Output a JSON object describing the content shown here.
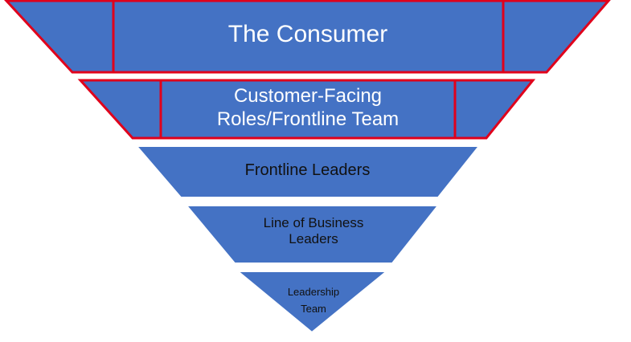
{
  "diagram": {
    "levels": [
      {
        "lines": [
          "The Consumer"
        ]
      },
      {
        "lines": [
          "Customer-Facing",
          "Roles/Frontline Team"
        ]
      },
      {
        "lines": [
          "Frontline Leaders"
        ]
      },
      {
        "lines": [
          "Line of Business",
          "Leaders"
        ]
      },
      {
        "lines": [
          "Leadership",
          "Team"
        ]
      }
    ],
    "colors": {
      "fill": "#4472C4",
      "highlight_outline": "#E0001B",
      "shape_outline": "#FFFFFF",
      "light_text": "#FFFFFF",
      "dark_text": "#111111"
    }
  }
}
